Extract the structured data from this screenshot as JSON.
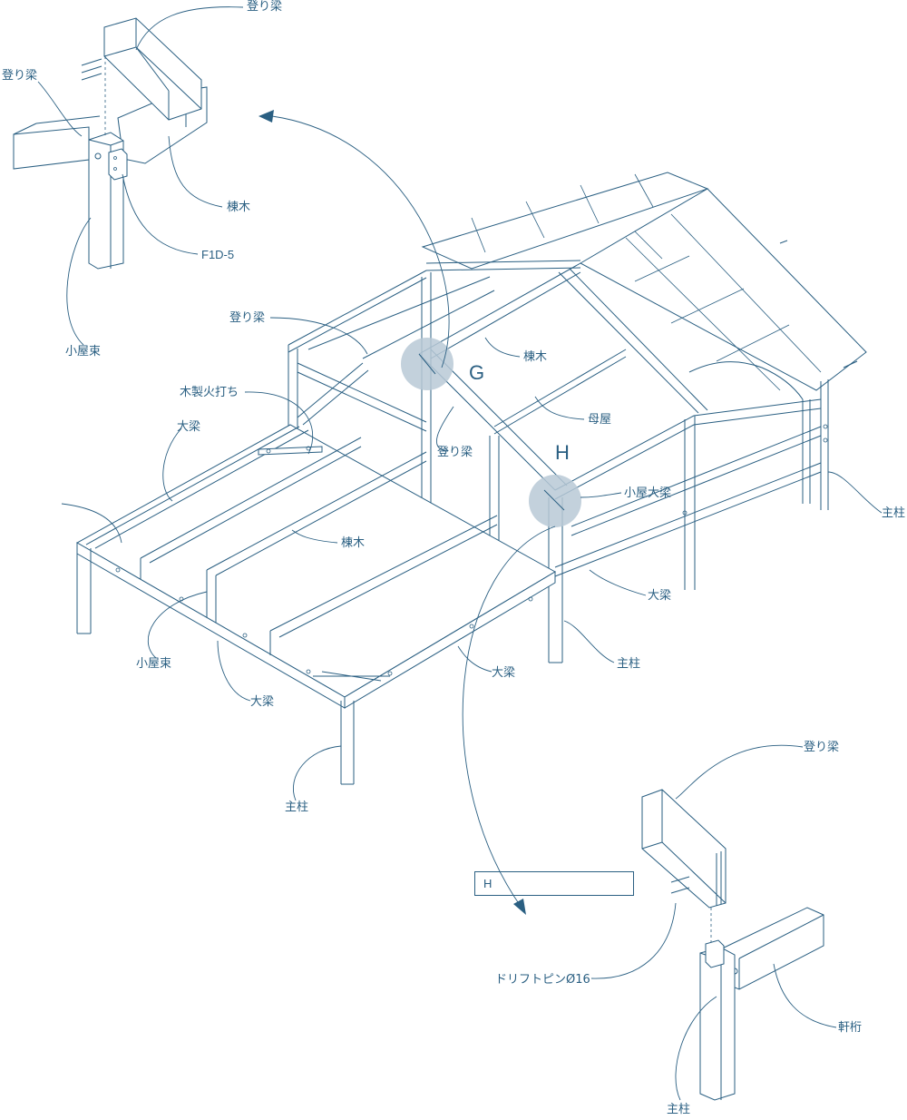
{
  "diagram": {
    "markers": {
      "g": "G",
      "h": "H"
    },
    "caption_box": "H",
    "detail_g": {
      "rafter_top": "登り梁",
      "rafter_left": "登り梁",
      "ridge": "棟木",
      "metal": "F1D-5",
      "post": "小屋束"
    },
    "detail_h": {
      "rafter": "登り梁",
      "pin": "ドリフトピンØ16",
      "eave_beam": "軒桁",
      "post": "主柱"
    },
    "main": {
      "rafter_upper": "登り梁",
      "brace": "木製火打ち",
      "beam_left": "大梁",
      "ridge_upper": "棟木",
      "purlin": "母屋",
      "rafter_mid": "登り梁",
      "roof_beam": "小屋大梁",
      "post_right": "主柱",
      "ridge_lower": "棟木",
      "beam_front_right": "大梁",
      "post_front_right": "主柱",
      "short_post": "小屋束",
      "beam_mid": "大梁",
      "beam_front": "大梁",
      "post_front": "主柱"
    },
    "colors": {
      "line": "#2a5f82",
      "highlight": "#b9c9d6"
    }
  }
}
